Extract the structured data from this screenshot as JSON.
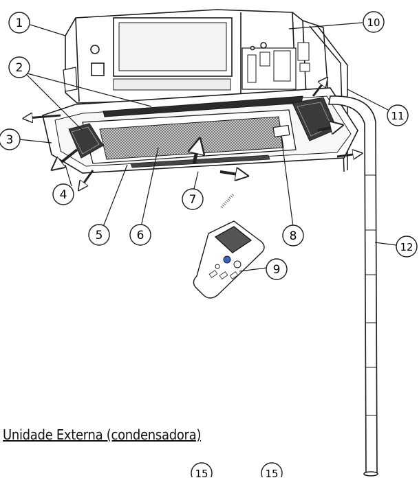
{
  "callouts": [
    {
      "id": "1",
      "label": "1"
    },
    {
      "id": "2",
      "label": "2"
    },
    {
      "id": "3",
      "label": "3"
    },
    {
      "id": "4",
      "label": "4"
    },
    {
      "id": "5",
      "label": "5"
    },
    {
      "id": "6",
      "label": "6"
    },
    {
      "id": "7",
      "label": "7"
    },
    {
      "id": "8",
      "label": "8"
    },
    {
      "id": "9",
      "label": "9"
    },
    {
      "id": "10",
      "label": "10"
    },
    {
      "id": "11",
      "label": "11"
    },
    {
      "id": "12",
      "label": "12"
    },
    {
      "id": "15a",
      "label": "15"
    },
    {
      "id": "15b",
      "label": "15"
    }
  ],
  "section_title": "Unidade Externa (condensadora)",
  "colors": {
    "line": "#1a1a1a",
    "fill": "#ffffff",
    "shade": "#bdbdbd",
    "dark": "#3a3a3a"
  }
}
